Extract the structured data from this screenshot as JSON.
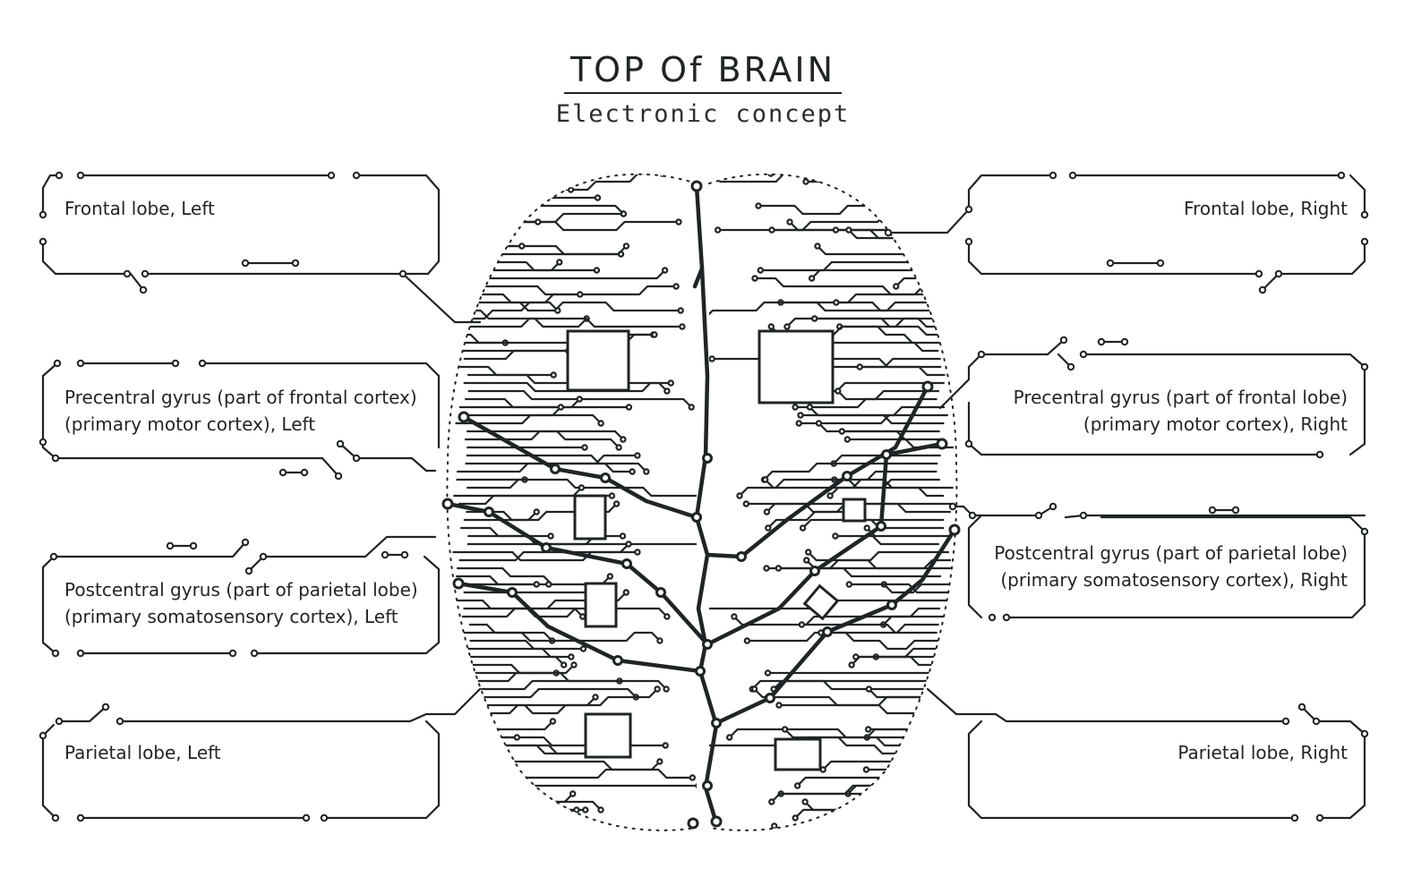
{
  "title": "TOP Of BRAIN",
  "subtitle": "Electronic concept",
  "labels": {
    "frontal_left": {
      "line1": "Frontal lobe, Left"
    },
    "precentral_left": {
      "line1": "Precentral gyrus (part of frontal cortex)",
      "line2": "(primary motor cortex), Left"
    },
    "postcentral_left": {
      "line1": "Postcentral gyrus (part of parietal lobe)",
      "line2": "(primary somatosensory cortex), Left"
    },
    "parietal_left": {
      "line1": "Parietal lobe, Left"
    },
    "frontal_right": {
      "line1": "Frontal lobe, Right"
    },
    "precentral_right": {
      "line1": "Precentral gyrus (part of frontal lobe)",
      "line2": "(primary motor cortex), Right"
    },
    "postcentral_right": {
      "line1": "Postcentral gyrus (part of parietal lobe)",
      "line2": "(primary somatosensory cortex), Right"
    },
    "parietal_right": {
      "line1": "Parietal lobe, Right"
    }
  },
  "colors": {
    "ink": "#1f2426",
    "background": "#ffffff"
  }
}
